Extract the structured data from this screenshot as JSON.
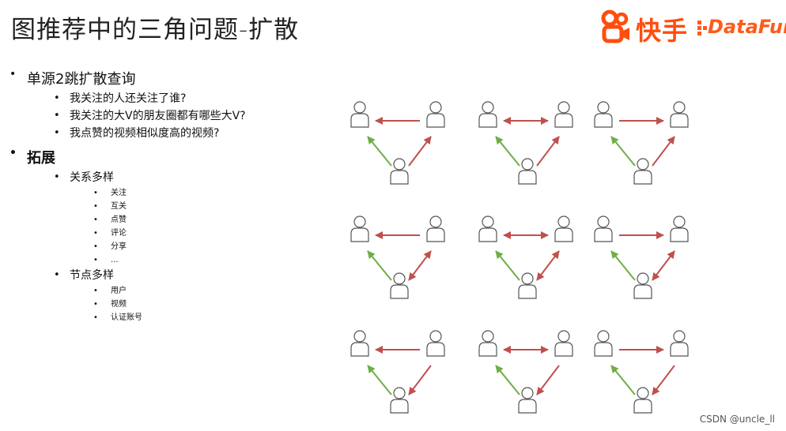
{
  "title": "图推荐中的三角问题-扩散",
  "logo": {
    "brand_cn": "快手",
    "brand_en": "DataFun"
  },
  "outline": {
    "item1": {
      "label": "单源2跳扩散查询",
      "subs": [
        "我关注的人还关注了谁?",
        "我关注的大V的朋友圈都有哪些大V?",
        "我点赞的视频相似度高的视频?"
      ]
    },
    "item2": {
      "label": "拓展",
      "relation": {
        "label": "关系多样",
        "items": [
          "关注",
          "互关",
          "点赞",
          "评论",
          "分享",
          "..."
        ]
      },
      "node": {
        "label": "节点多样",
        "items": [
          "用户",
          "视频",
          "认证账号"
        ]
      }
    }
  },
  "colors": {
    "red": "#c0504d",
    "green": "#70ad47",
    "person": "#555555"
  },
  "watermark": "CSDN @uncle_ll",
  "triangles": [
    {
      "top": "left",
      "left_edge": "up",
      "right_edge": "up"
    },
    {
      "top": "both",
      "left_edge": "up",
      "right_edge": "up"
    },
    {
      "top": "right",
      "left_edge": "up",
      "right_edge": "up"
    },
    {
      "top": "left",
      "left_edge": "up",
      "right_edge": "both"
    },
    {
      "top": "both",
      "left_edge": "up",
      "right_edge": "both"
    },
    {
      "top": "right",
      "left_edge": "up",
      "right_edge": "both"
    },
    {
      "top": "left",
      "left_edge": "up",
      "right_edge": "down"
    },
    {
      "top": "both",
      "left_edge": "up",
      "right_edge": "down"
    },
    {
      "top": "right",
      "left_edge": "up",
      "right_edge": "down"
    }
  ]
}
